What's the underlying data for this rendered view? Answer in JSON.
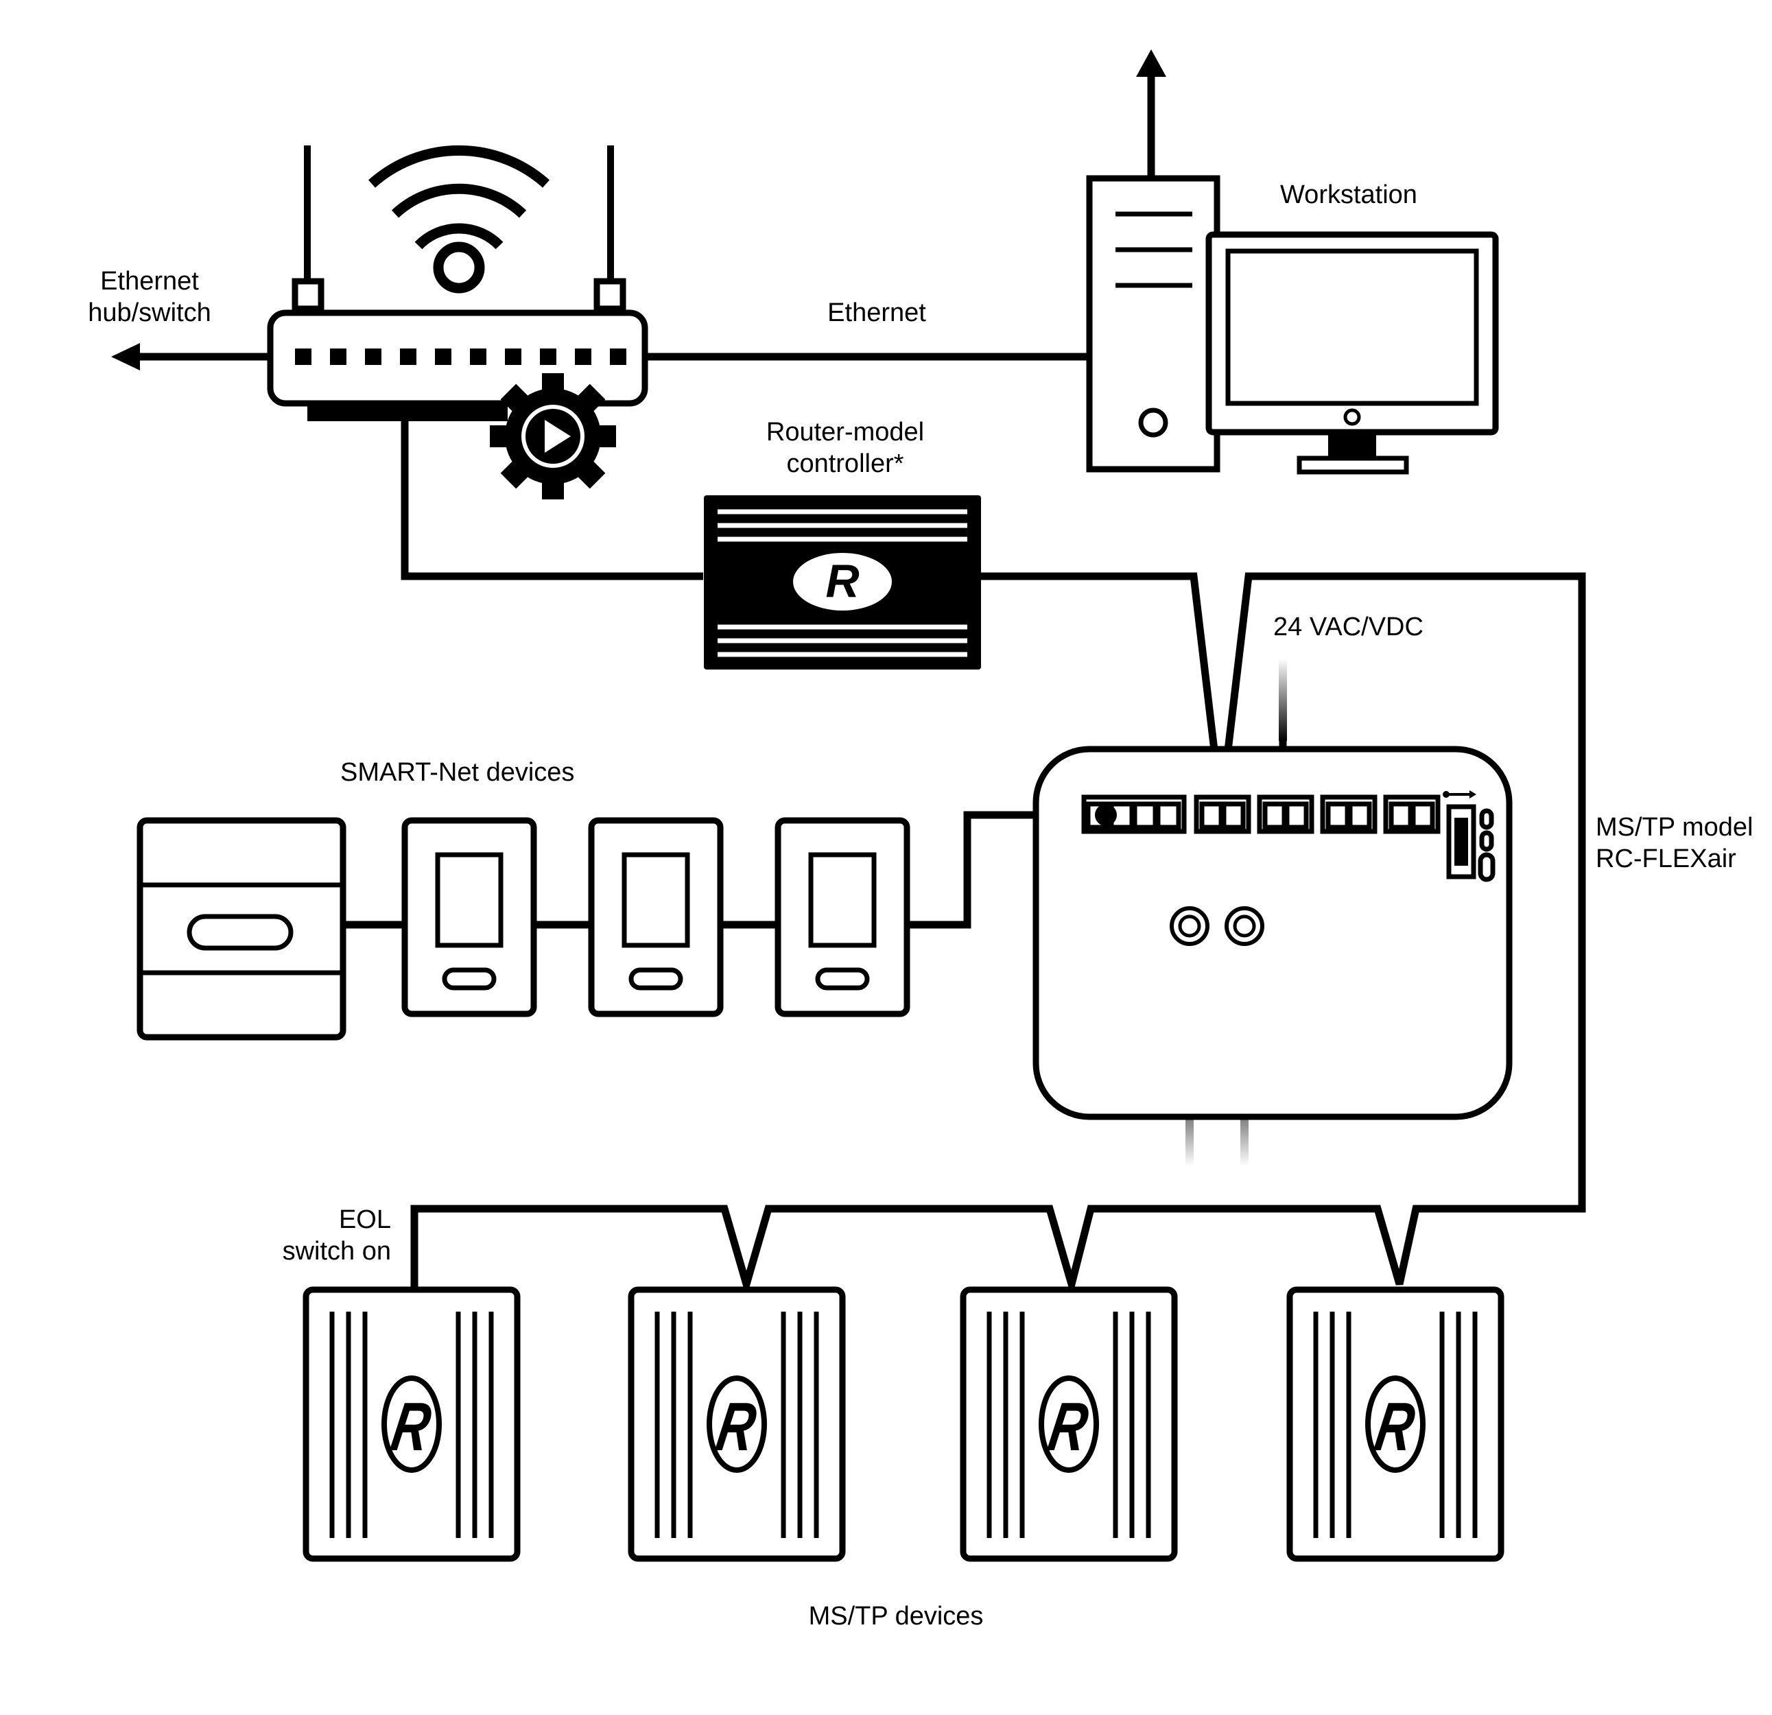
{
  "labels": {
    "ethernet_hub_line1": "Ethernet",
    "ethernet_hub_line2": "hub/switch",
    "ethernet_link": "Ethernet",
    "workstation": "Workstation",
    "router_controller_line1": "Router-model",
    "router_controller_line2": "controller*",
    "power": "24 VAC/VDC",
    "smartnet_devices": "SMART-Net devices",
    "mstp_model_line1": "MS/TP model",
    "mstp_model_line2": "RC-FLEXair",
    "eol_line1": "EOL",
    "eol_line2": "switch on",
    "mstp_devices": "MS/TP devices"
  },
  "logo": {
    "letter": "R"
  },
  "icons": [
    "router-icon",
    "wifi-icon",
    "gear-play-icon",
    "workstation-tower-icon",
    "monitor-icon",
    "router-controller-icon",
    "flexair-controller-icon",
    "usb-icon",
    "smartnet-sensor-icon",
    "mstp-device-icon",
    "arrow-icon"
  ],
  "colors": {
    "ink": "#000000",
    "paper": "#ffffff"
  }
}
